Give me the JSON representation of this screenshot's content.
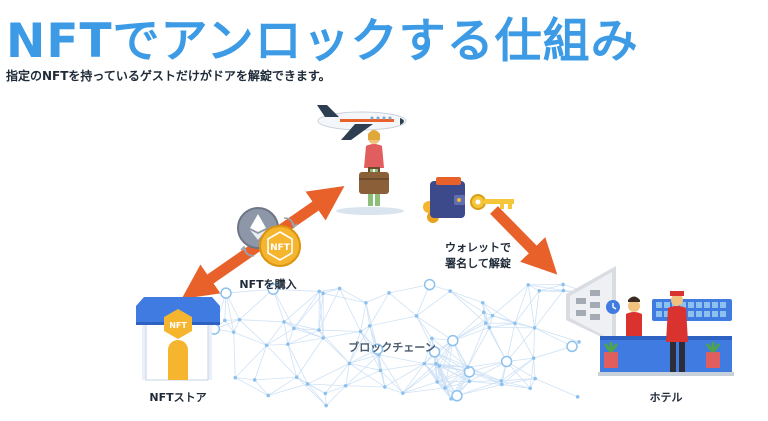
{
  "title": "NFTでアンロックする仕組み",
  "subtitle": "指定のNFTを持っているゲストだけがドアを解錠できます。",
  "store": {
    "label": "NFTストア",
    "badge": "NFT"
  },
  "hotel": {
    "label": "ホテル"
  },
  "blockchain": {
    "label": "ブロックチェーン"
  },
  "purchase": {
    "label": "NFTを購入",
    "coin_text": "NFT"
  },
  "wallet": {
    "line1": "ウォレットで",
    "line2": "署名して解錠"
  },
  "colors": {
    "title": "#3d9be6",
    "arrow": "#e8612a",
    "store_blue": "#3f7be0",
    "coin_gold": "#f5b52e",
    "node_blue": "#8cc1ee"
  }
}
